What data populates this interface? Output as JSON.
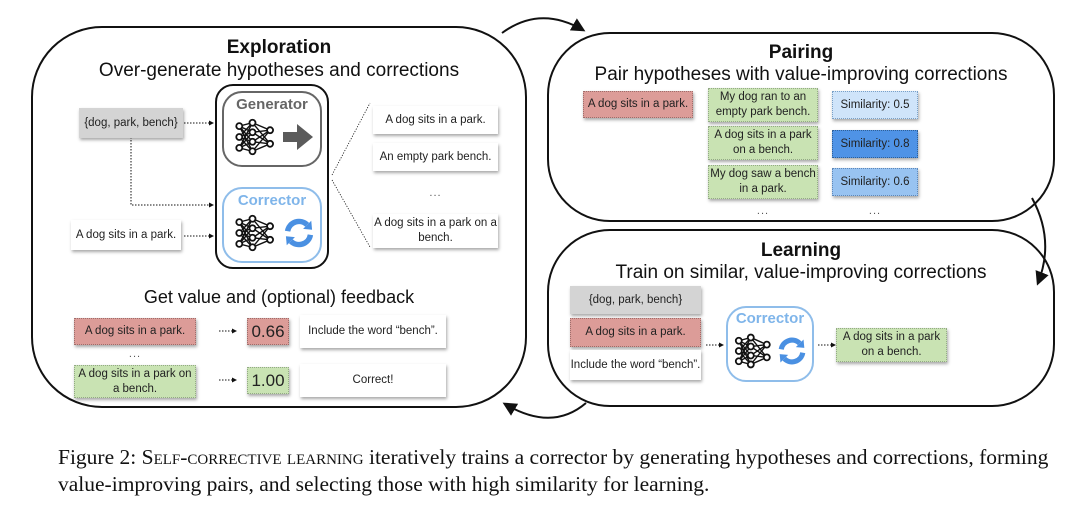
{
  "exploration": {
    "title": "Exploration",
    "subtitle": "Over-generate hypotheses and corrections",
    "input_concepts": "{dog, park, bench}",
    "input_hypothesis": "A dog sits in a park.",
    "generator_label": "Generator",
    "corrector_label": "Corrector",
    "outputs": [
      "A dog sits in a park.",
      "An empty park bench.",
      "...",
      "A dog sits in a park on a bench."
    ],
    "feedback_title": "Get value and (optional) feedback",
    "feedback_rows": [
      {
        "text": "A dog sits in a park.",
        "value": "0.66",
        "feedback": "Include the word “bench”.",
        "status": "low"
      },
      {
        "text": "A dog sits in a park on a bench.",
        "value": "1.00",
        "feedback": "Correct!",
        "status": "high"
      }
    ],
    "ellipsis": "..."
  },
  "pairing": {
    "title": "Pairing",
    "subtitle": "Pair hypotheses with value-improving corrections",
    "hypothesis": "A dog sits in a park.",
    "corrections": [
      {
        "text": "My dog ran to an empty park bench.",
        "similarity_label": "Similarity: 0.5",
        "similarity": 0.5
      },
      {
        "text": "A dog sits in a park on a bench.",
        "similarity_label": "Similarity: 0.8",
        "similarity": 0.8
      },
      {
        "text": "My dog saw a bench in a park.",
        "similarity_label": "Similarity: 0.6",
        "similarity": 0.6
      }
    ],
    "ellipsis": "..."
  },
  "learning": {
    "title": "Learning",
    "subtitle": "Train on similar, value-improving corrections",
    "inputs": [
      "{dog, park, bench}",
      "A dog sits in a park.",
      "Include the word “bench”."
    ],
    "corrector_label": "Corrector",
    "output": "A dog sits in a park on a bench."
  },
  "caption": {
    "prefix": "Figure 2: ",
    "method_name": "Self-corrective learning",
    "text": " iteratively trains a corrector by generating hypotheses and corrections, forming value-improving pairs, and selecting those with high similarity for learning."
  },
  "colors": {
    "bad": "#dc9c98",
    "good": "#c9e3b3",
    "concepts": "#d4d4d4",
    "corrector": "#7fb5ea",
    "refresh": "#4a90e2",
    "generator": "#555555"
  }
}
